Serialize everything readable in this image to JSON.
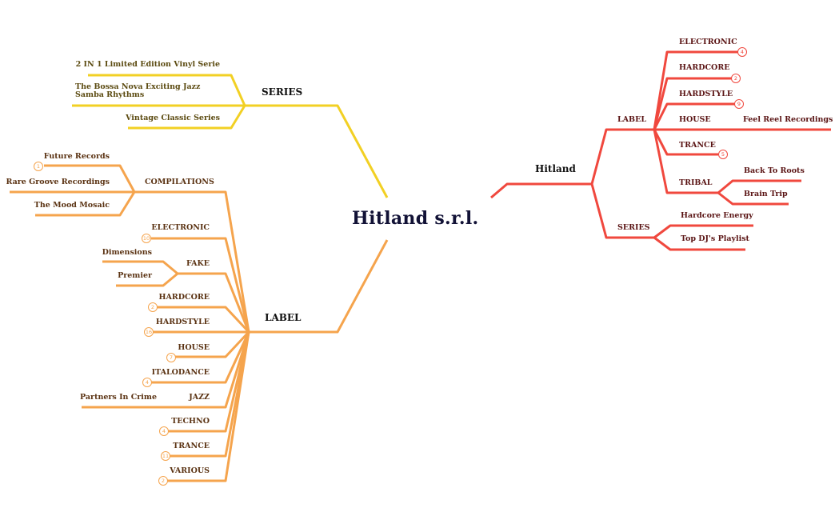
{
  "colors": {
    "yellow_branch": "#f2d024",
    "orange_branch": "#f5a44d",
    "red_branch": "#f0483e",
    "root_text": "#121236"
  },
  "root": {
    "label": "Hitland s.r.l."
  },
  "series_left": {
    "label": "SERIES",
    "children": [
      {
        "label": "2 IN 1 Limited Edition Vinyl Serie"
      },
      {
        "label": "The Bossa Nova Exciting Jazz Samba Rhythms"
      },
      {
        "label": "Vintage Classic Series"
      }
    ]
  },
  "label_left": {
    "label": "LABEL",
    "compilations": {
      "label": "COMPILATIONS",
      "children": [
        {
          "label": "Future Records",
          "count": "1"
        },
        {
          "label": "Rare Groove Recordings"
        },
        {
          "label": "The Mood Mosaic"
        }
      ]
    },
    "children": [
      {
        "label": "ELECTRONIC",
        "count": "10"
      },
      {
        "label": "FAKE",
        "children": [
          {
            "label": "Dimensions"
          },
          {
            "label": "Premier"
          }
        ]
      },
      {
        "label": "HARDCORE",
        "count": "2"
      },
      {
        "label": "HARDSTYLE",
        "count": "16"
      },
      {
        "label": "HOUSE",
        "count": "7"
      },
      {
        "label": "ITALODANCE",
        "count": "4"
      },
      {
        "label": "JAZZ",
        "children": [
          {
            "label": "Partners In Crime"
          }
        ]
      },
      {
        "label": "TECHNO",
        "count": "4"
      },
      {
        "label": "TRANCE",
        "count": "11"
      },
      {
        "label": "VARIOUS",
        "count": "2"
      }
    ]
  },
  "hitland": {
    "label": "Hitland",
    "label_branch": {
      "label": "LABEL",
      "children": [
        {
          "label": "ELECTRONIC",
          "count": "4"
        },
        {
          "label": "HARDCORE",
          "count": "2"
        },
        {
          "label": "HARDSTYLE",
          "count": "9"
        },
        {
          "label": "HOUSE",
          "children": [
            {
              "label": "Feel Reel Recordings"
            }
          ]
        },
        {
          "label": "TRANCE",
          "count": "5"
        },
        {
          "label": "TRIBAL",
          "children": [
            {
              "label": "Back To Roots"
            },
            {
              "label": "Brain Trip"
            }
          ]
        }
      ]
    },
    "series_branch": {
      "label": "SERIES",
      "children": [
        {
          "label": "Hardcore Energy"
        },
        {
          "label": "Top DJ's Playlist"
        }
      ]
    }
  }
}
